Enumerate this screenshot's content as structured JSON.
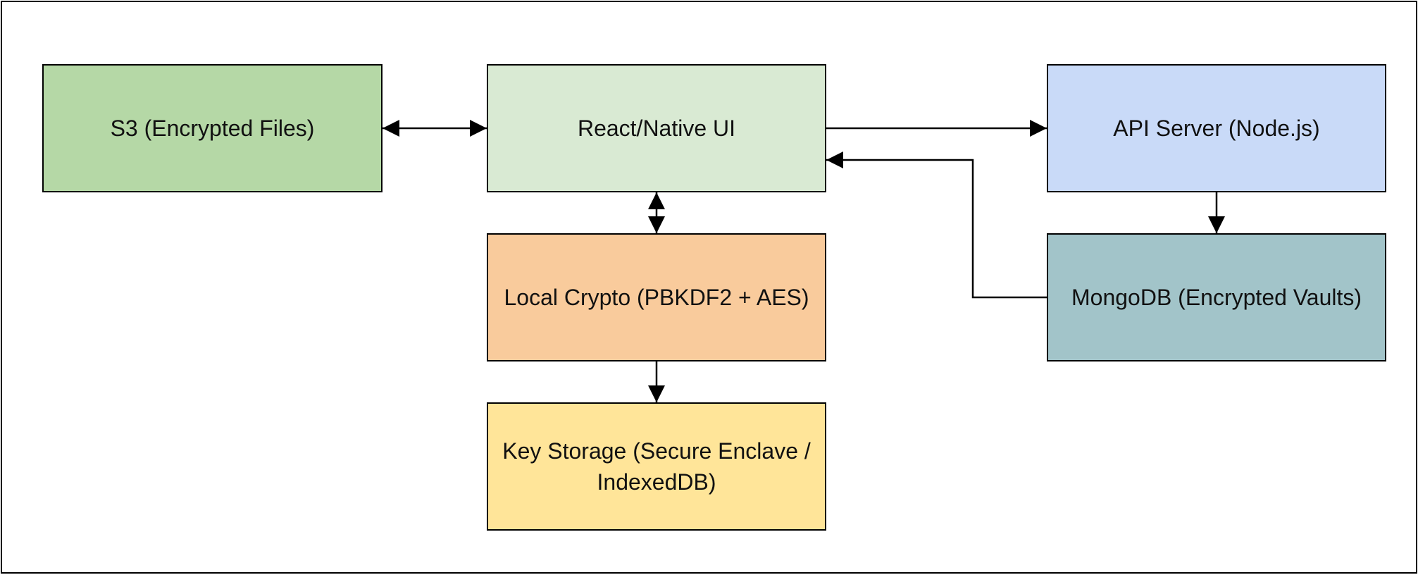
{
  "nodes": {
    "s3": {
      "label": "S3 (Encrypted Files)",
      "color": "#b5d8a6"
    },
    "ui": {
      "label": "React/Native UI",
      "color": "#d9ead3"
    },
    "api": {
      "label": "API Server (Node.js)",
      "color": "#c9daf8"
    },
    "crypto": {
      "label": "Local Crypto (PBKDF2 + AES)",
      "color": "#f9cb9c"
    },
    "mongo": {
      "label": "MongoDB (Encrypted Vaults)",
      "color": "#a2c4c9"
    },
    "keys": {
      "label": "Key Storage (Secure Enclave / IndexedDB)",
      "color": "#ffe599"
    }
  },
  "edges": [
    {
      "from": "s3",
      "to": "ui",
      "direction": "both"
    },
    {
      "from": "ui",
      "to": "api",
      "direction": "forward"
    },
    {
      "from": "mongo",
      "to": "ui",
      "direction": "forward"
    },
    {
      "from": "ui",
      "to": "crypto",
      "direction": "both"
    },
    {
      "from": "api",
      "to": "mongo",
      "direction": "forward"
    },
    {
      "from": "crypto",
      "to": "keys",
      "direction": "forward"
    }
  ],
  "colors": {
    "line": "#000000",
    "frame": "#000000"
  }
}
